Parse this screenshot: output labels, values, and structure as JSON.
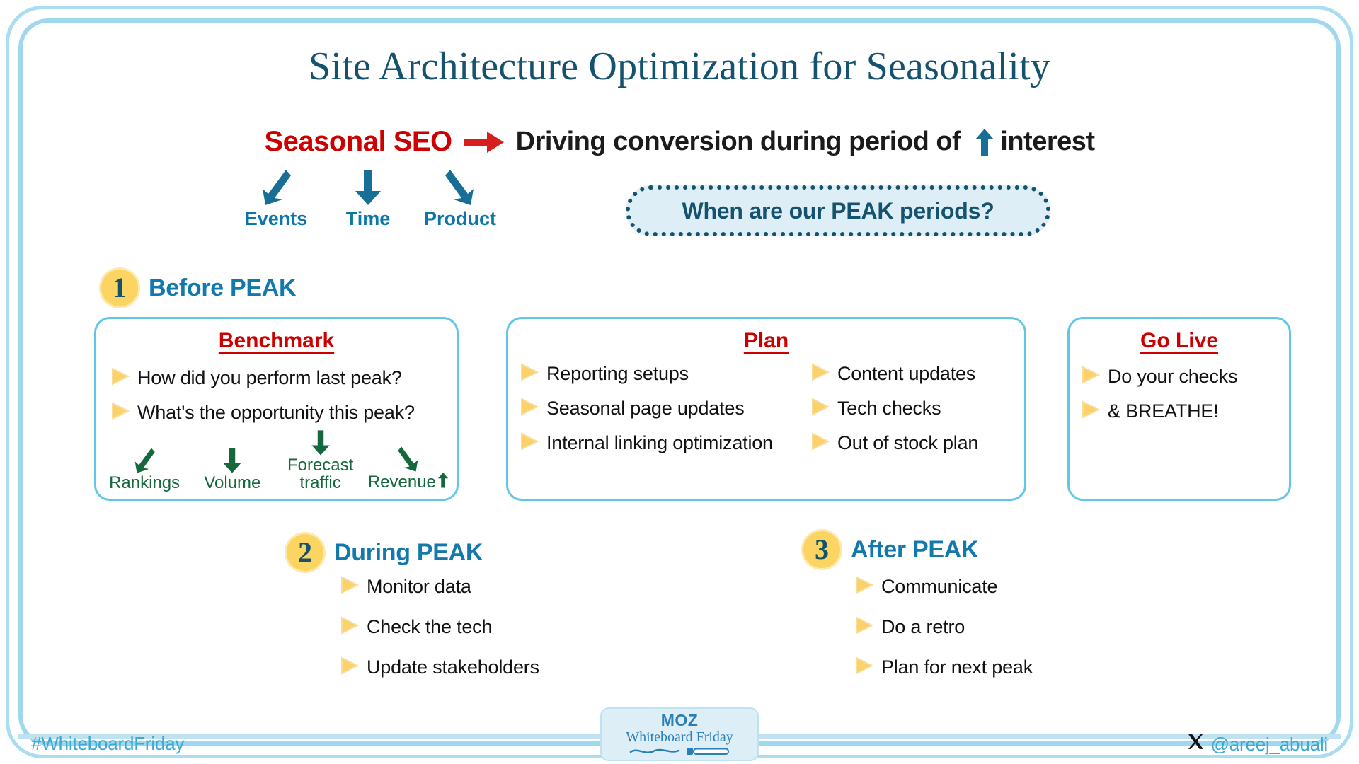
{
  "title": "Site Architecture Optimization for Seasonality",
  "subtitle": {
    "red_term": "Seasonal SEO",
    "arrow_icon": "right-arrow-icon",
    "statement_before": "Driving conversion during period of",
    "up_icon": "up-arrow-icon",
    "statement_after": "interest"
  },
  "categories": [
    {
      "label": "Events",
      "arrow": "down-left-arrow-icon"
    },
    {
      "label": "Time",
      "arrow": "down-arrow-icon"
    },
    {
      "label": "Product",
      "arrow": "down-right-arrow-icon"
    }
  ],
  "peak_question": "When are our PEAK periods?",
  "steps": [
    {
      "number": "1",
      "title": "Before PEAK"
    },
    {
      "number": "2",
      "title": "During PEAK"
    },
    {
      "number": "3",
      "title": "After PEAK"
    }
  ],
  "cards": {
    "benchmark": {
      "title": "Benchmark",
      "bullets": [
        "How did you perform last peak?",
        "What's the opportunity this peak?"
      ],
      "metrics": [
        {
          "label": "Rankings",
          "arrow": "down-left-arrow-icon",
          "trailing": ""
        },
        {
          "label": "Volume",
          "arrow": "down-arrow-icon",
          "trailing": ""
        },
        {
          "label": "Forecast traffic",
          "arrow": "down-arrow-icon",
          "trailing": ""
        },
        {
          "label": "Revenue",
          "arrow": "down-right-arrow-icon",
          "trailing": "up-arrow-icon"
        }
      ]
    },
    "plan": {
      "title": "Plan",
      "left_bullets": [
        "Reporting setups",
        "Seasonal page updates",
        "Internal linking optimization"
      ],
      "right_bullets": [
        "Content updates",
        "Tech checks",
        "Out of stock plan"
      ]
    },
    "go_live": {
      "title": "Go Live",
      "bullets": [
        "Do your checks",
        "& BREATHE!"
      ]
    }
  },
  "during_peak_bullets": [
    "Monitor data",
    "Check the tech",
    "Update stakeholders"
  ],
  "after_peak_bullets": [
    "Communicate",
    "Do a retro",
    "Plan for next peak"
  ],
  "footer": {
    "hashtag": "#WhiteboardFriday",
    "x_icon": "x-logo-icon",
    "handle": "@areej_abuali",
    "logo_wordmark": "MOZ",
    "logo_sub": "Whiteboard Friday",
    "logo_squiggle_icon": "squiggle-icon",
    "logo_marker_icon": "marker-icon"
  },
  "colors": {
    "title_teal": "#15526e",
    "red": "#cc0000",
    "step_blue": "#1379ac",
    "card_border": "#62c6e8",
    "badge_yellow": "#fcd462",
    "green": "#14683b",
    "frame_blue": "#a9ddf0",
    "pill_fill": "#ddeef7"
  }
}
